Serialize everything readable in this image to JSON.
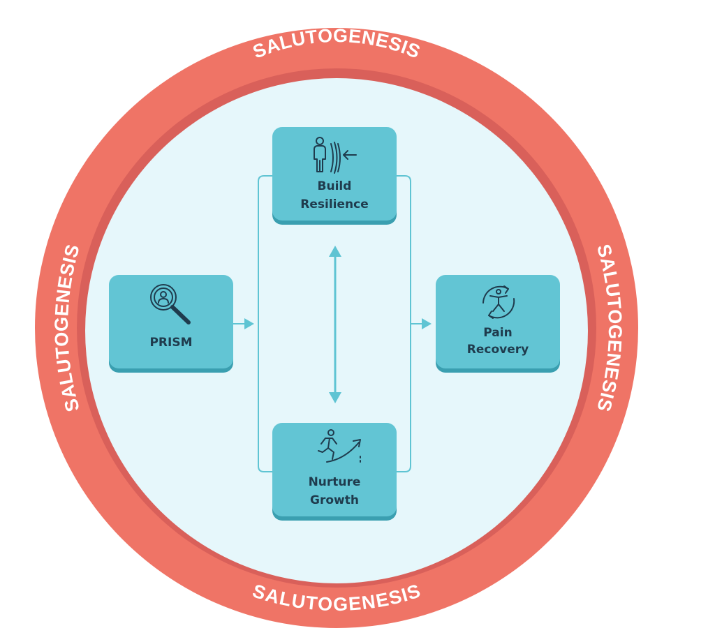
{
  "diagram": {
    "ring_labels": {
      "top": "SALUTOGENESIS",
      "bottom": "SALUTOGENESIS",
      "left": "SALUTOGENESIS",
      "right": "SALUTOGENESIS"
    },
    "nodes": {
      "prism": {
        "label": "PRISM",
        "icon": "magnifier-person-icon"
      },
      "build_resilience": {
        "line1": "Build",
        "line2": "Resilience",
        "icon": "person-shield-icon"
      },
      "nurture_growth": {
        "line1": "Nurture",
        "line2": "Growth",
        "icon": "runner-growth-icon"
      },
      "pain_recovery": {
        "line1": "Pain",
        "line2": "Recovery",
        "icon": "figure-cycle-icon"
      }
    },
    "colors": {
      "ring": "#ef7466",
      "ring_dark": "#d9605a",
      "inner_fill": "#e6f7fb",
      "box": "#62c5d4",
      "box_shadow": "#3a9fb0",
      "connector": "#5fc4d3",
      "text": "#1f3b4d"
    }
  }
}
